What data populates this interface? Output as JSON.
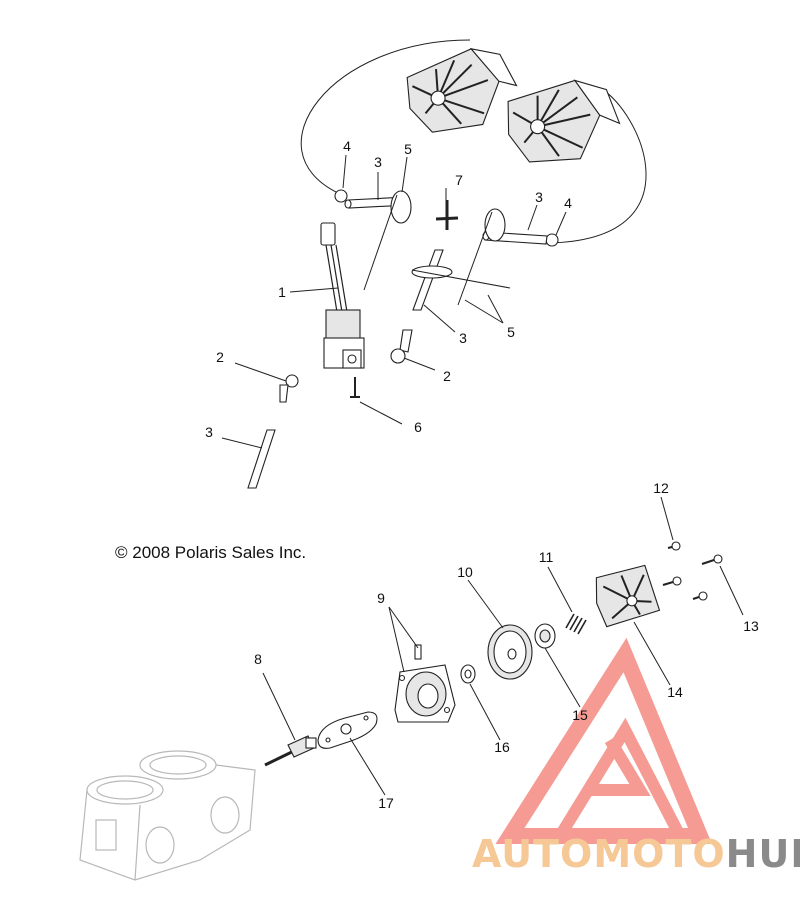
{
  "copyright": "© 2008 Polaris Sales Inc.",
  "watermark": {
    "part1": "AUTOMOTO",
    "part2": "HUB",
    "logo_color": "#f48a82",
    "text_color1": "#f5c896",
    "text_color2": "#8a8a8a"
  },
  "callouts": {
    "c1": "1",
    "c2a": "2",
    "c2b": "2",
    "c3a": "3",
    "c3b": "3",
    "c3c": "3",
    "c3d": "3",
    "c4a": "4",
    "c4b": "4",
    "c5a": "5",
    "c5b": "5",
    "c6": "6",
    "c7": "7",
    "c8": "8",
    "c9": "9",
    "c10": "10",
    "c11": "11",
    "c12": "12",
    "c13": "13",
    "c14": "14",
    "c15": "15",
    "c16": "16",
    "c17": "17"
  }
}
